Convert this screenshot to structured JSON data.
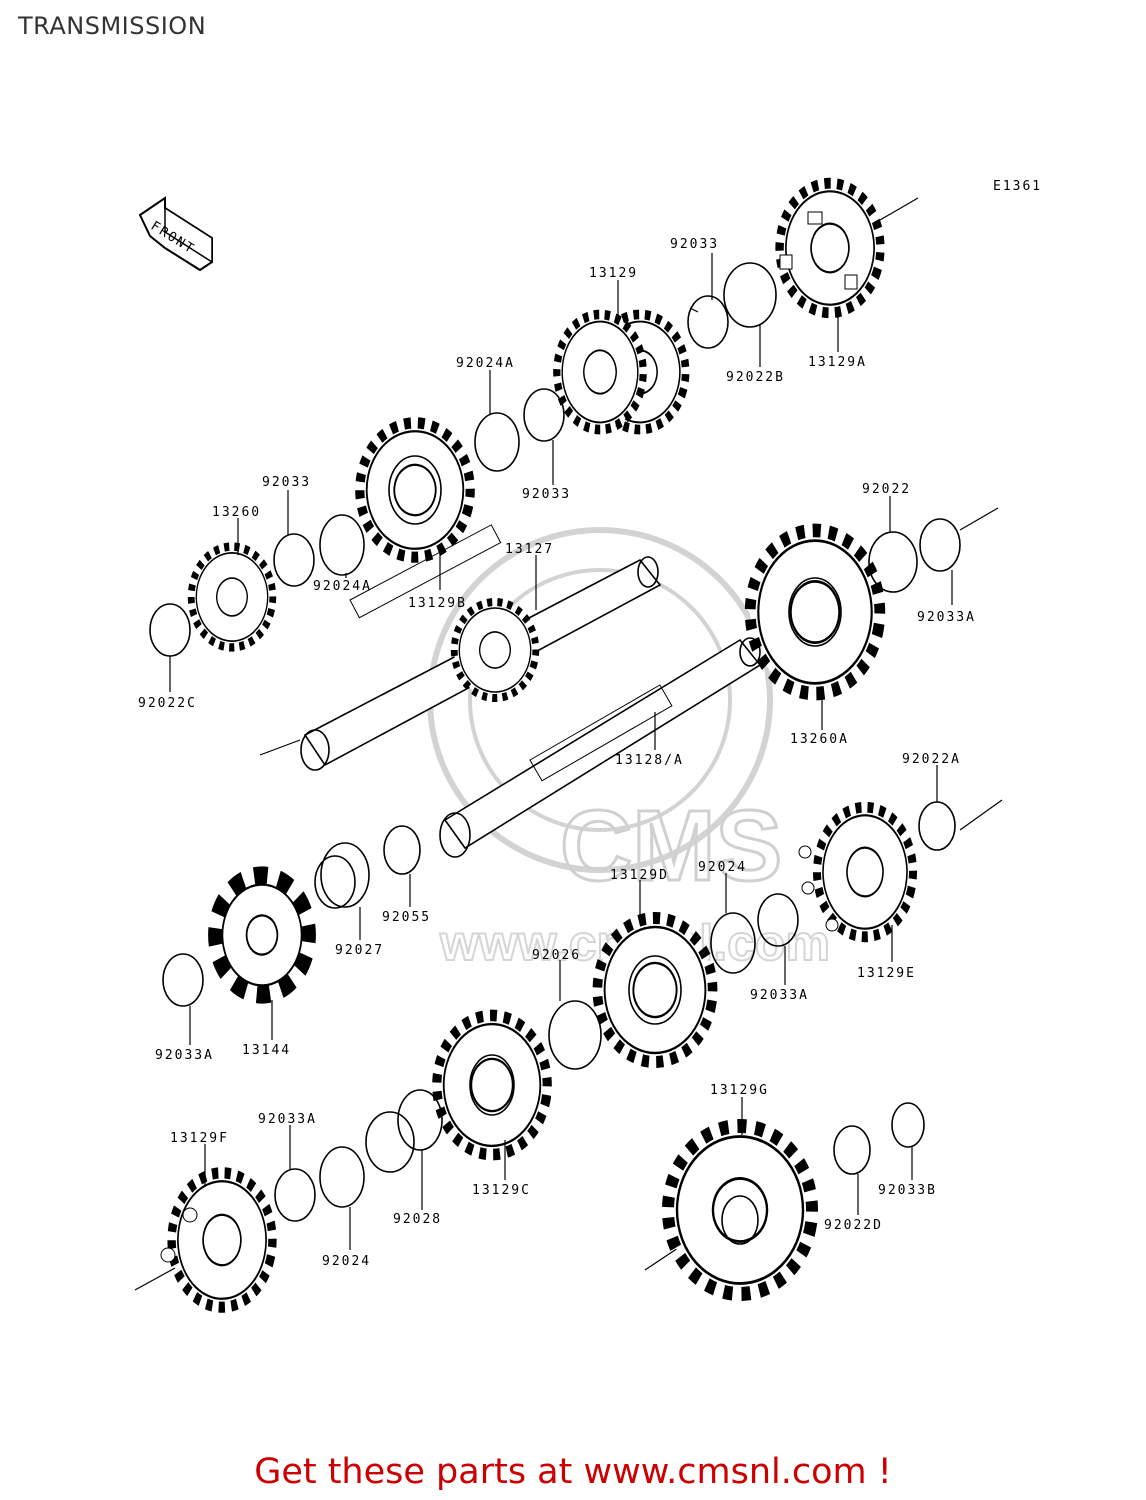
{
  "page_title": "TRANSMISSION",
  "figure_code": "E1361",
  "front_label": "FRONT",
  "watermark": {
    "brand": "CMS",
    "url": "www.cmsnl.com"
  },
  "footer_text": "Get these parts at www.cmsnl.com !",
  "parts": {
    "p13129A": "13129A",
    "p92022B": "92022B",
    "p92033_a": "92033",
    "p13129": "13129",
    "p92024A_a": "92024A",
    "p92033_b": "92033",
    "p92033_c": "92033",
    "p13260": "13260",
    "p92024A_b": "92024A",
    "p13129B": "13129B",
    "p92022C": "92022C",
    "p13127": "13127",
    "p92022": "92022",
    "p92033A_a": "92033A",
    "p13260A": "13260A",
    "p13128A": "13128/A",
    "p92022A": "92022A",
    "p92055": "92055",
    "p92027": "92027",
    "p13129D": "13129D",
    "p92024_a": "92024",
    "p13129E": "13129E",
    "p92033A_b": "92033A",
    "p92026": "92026",
    "p92033A_c": "92033A",
    "p13144": "13144",
    "p13129G": "13129G",
    "p92033A_d": "92033A",
    "p13129F": "13129F",
    "p13129C": "13129C",
    "p92028": "92028",
    "p92024_b": "92024",
    "p92022D": "92022D",
    "p92033B": "92033B"
  }
}
